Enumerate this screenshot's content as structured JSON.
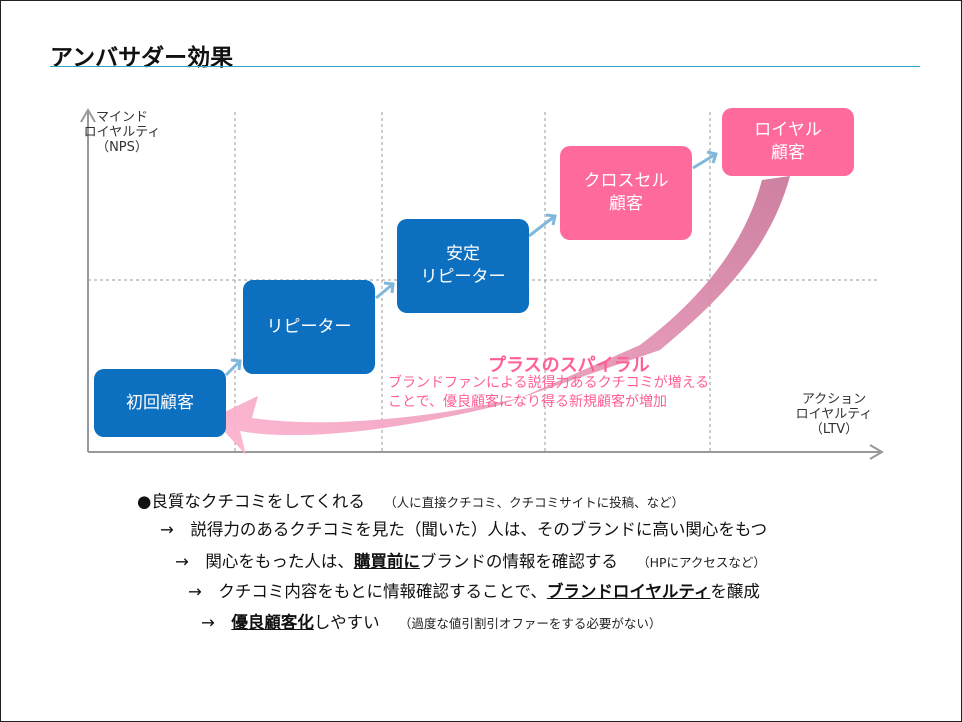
{
  "title": "アンバサダー効果",
  "y_axis_label": "マインド\nロイヤルティ\n（NPS）",
  "x_axis_label": "アクション\nロイヤルティ\n（LTV）",
  "stages": [
    {
      "label": "初回顧客",
      "color": "#0d6fbf"
    },
    {
      "label": "リピーター",
      "color": "#0d6fbf"
    },
    {
      "label": "安定\nリピーター",
      "color": "#0d6fbf"
    },
    {
      "label": "クロスセル\n顧客",
      "color": "#ff6a9d"
    },
    {
      "label": "ロイヤル\n顧客",
      "color": "#ff6a9d"
    }
  ],
  "spiral": {
    "title": "プラスのスパイラル",
    "description": "ブランドファンによる説得力あるクチコミが増える\nことで、優良顧客になり得る新規顧客が増加"
  },
  "bullets": {
    "b1_main": "●良質なクチコミをしてくれる",
    "b1_note": "（人に直接クチコミ、クチコミサイトに投稿、など）",
    "b2_main": "→　説得力のあるクチコミを見た（聞いた）人は、そのブランドに高い関心をもつ",
    "b3_pre": "→　関心をもった人は、",
    "b3_ul": "購買前に",
    "b3_post": "ブランドの情報を確認する",
    "b3_note": "（HPにアクセスなど）",
    "b4_pre": "→　クチコミ内容をもとに情報確認することで、",
    "b4_ul": "ブランドロイヤルティ",
    "b4_post": "を醸成",
    "b5_pre": "→　",
    "b5_ul": "優良顧客化",
    "b5_post": "しやすい",
    "b5_note": "（過度な値引割引オファーをする必要がない）"
  },
  "colors": {
    "accent_blue": "#0d6fbf",
    "accent_pink": "#ff6a9d",
    "title_rule": "#2aa6c4",
    "connector": "#7fb8dc"
  }
}
